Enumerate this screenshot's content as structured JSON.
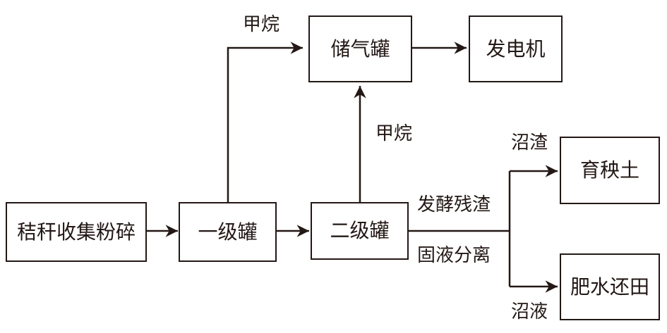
{
  "diagram": {
    "nodes": {
      "straw": "秸秆收集粉碎",
      "tank1": "一级罐",
      "tank2": "二级罐",
      "gas_tank": "储气罐",
      "generator": "发电机",
      "seedling_soil": "育秧土",
      "fertilizer": "肥水还田"
    },
    "edge_labels": {
      "methane_1": "甲烷",
      "methane_2": "甲烷",
      "ferment_residue": "发酵残渣",
      "separation": "固液分离",
      "biogas_residue": "沼渣",
      "biogas_slurry": "沼液"
    },
    "colors": {
      "stroke": "#231815",
      "background": "#ffffff"
    }
  }
}
